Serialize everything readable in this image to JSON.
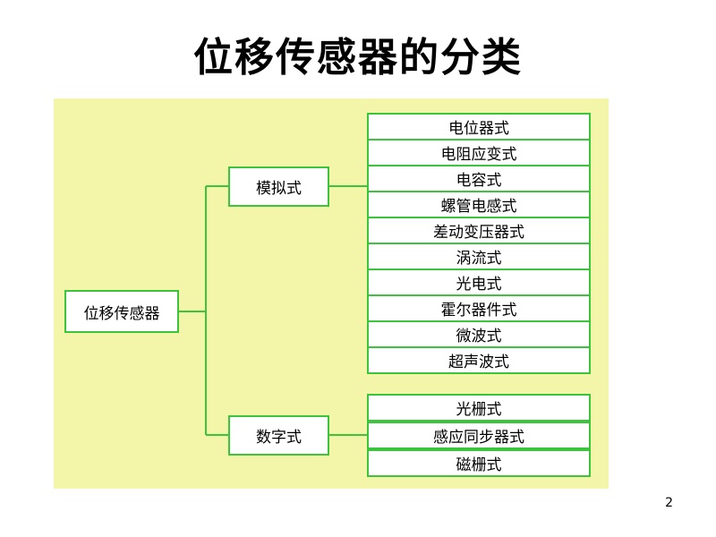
{
  "title": "位移传感器的分类",
  "root": "位移传感器",
  "analog": {
    "label": "模拟式",
    "items": [
      "电位器式",
      "电阻应变式",
      "电容式",
      "螺管电感式",
      "差动变压器式",
      "涡流式",
      "光电式",
      "霍尔器件式",
      "微波式",
      "超声波式"
    ]
  },
  "digital": {
    "label": "数字式",
    "items": [
      "光栅式",
      "感应同步器式",
      "磁栅式"
    ]
  },
  "page_number": "2",
  "colors": {
    "border": "#3cc43c",
    "panel": "#f3f5a8",
    "line": "#3cc43c"
  }
}
